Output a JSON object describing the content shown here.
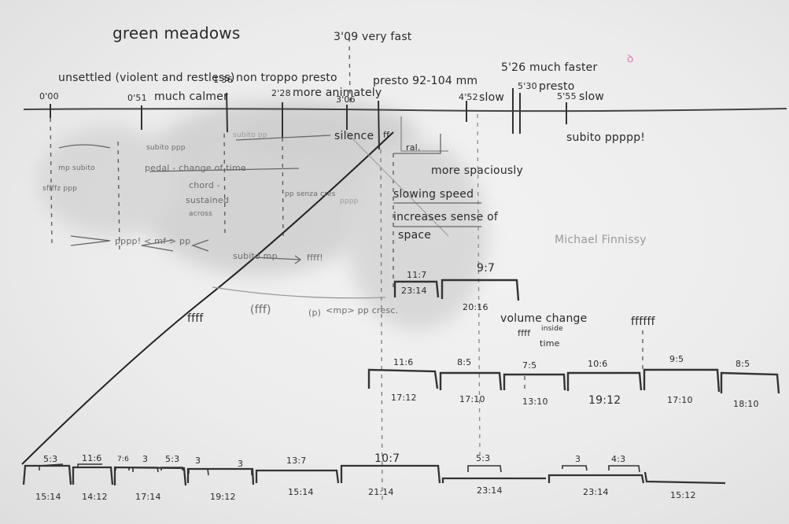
{
  "accent_color": "#e07ab8",
  "ink_color": "#2a2a2a",
  "header": {
    "title": "green meadows",
    "very_fast": "3'09 very fast",
    "much_faster": "5'26 much faster"
  },
  "sections": [
    {
      "time": "0'00",
      "label": "unsettled (violent and restless)"
    },
    {
      "time": "0'51",
      "label": "much calmer"
    },
    {
      "time": "1'36",
      "label": "non troppo presto"
    },
    {
      "time": "2'28",
      "label": "more animately"
    },
    {
      "time": "3'06",
      "label": ""
    },
    {
      "time": "",
      "label": "presto 92-104 mm"
    },
    {
      "time": "4'52",
      "label": "slow"
    },
    {
      "time": "5'30",
      "label": "presto"
    },
    {
      "time": "5'55",
      "label": "slow"
    }
  ],
  "notes": {
    "subito_ppppp": "subito ppppp!",
    "more_spaciously": "more spaciously",
    "slowing_speed": "slowing speed",
    "increases_sense": "increases sense of",
    "space": "space",
    "signature": "Michael Finnissy",
    "silence": "silence",
    "ral": "ral.",
    "volume_change": "volume change",
    "inside": "inside",
    "time": "time",
    "ffff_a": "ffff",
    "ffff_b": "ffffff",
    "ffff_c": "ffff",
    "fff_paren": "(fff)",
    "p_paren": "(p)",
    "mp_cresc": "<mp> pp cresc.",
    "pppp_mf": "pppp! < mf > pp",
    "subito_mp": "subito mp",
    "ffff2": "ffff!",
    "chord": "chord -",
    "sustained": "sustained",
    "across": "across",
    "pedal": "pedal - change of time",
    "subito_ppp": "subito ppp",
    "mp_subito": "mp subito",
    "sffffz_ppp": "sffffz ppp",
    "pp_senza": "pp senza cres",
    "ff": "ff",
    "pppp": "pppp",
    "faint_sub": "subito pp"
  },
  "rows": {
    "row1_top": [
      "11:7",
      "9:7"
    ],
    "row1_bottom": [
      "23:14",
      "20:16"
    ],
    "row2_top": [
      "11:6",
      "8:5",
      "7:5",
      "10:6",
      "9:5",
      "8:5"
    ],
    "row2_bottom": [
      "17:12",
      "17:10",
      "13:10",
      "19:12",
      "17:10",
      "18:10"
    ],
    "row3_top": [
      "5:3",
      "11:6",
      "7:6",
      "3",
      "5:3",
      "3",
      "3",
      "13:7",
      "10:7",
      "5:3",
      "3",
      "4:3"
    ],
    "row3_bottom": [
      "15:14",
      "14:12",
      "17:14",
      "19:12",
      "15:14",
      "21:14",
      "23:14",
      "23:14",
      "15:12"
    ]
  }
}
